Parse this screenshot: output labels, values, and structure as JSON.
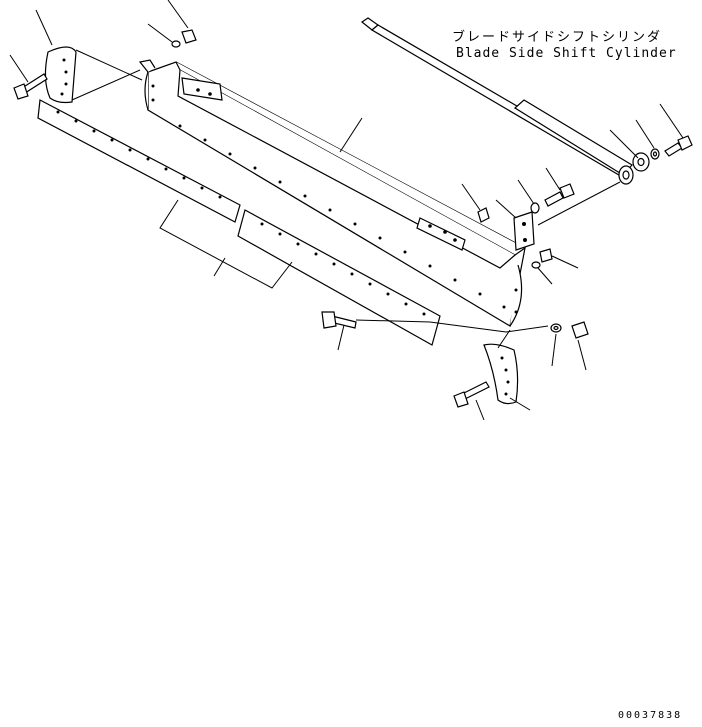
{
  "labels": {
    "part_name_jp": "ブレードサイドシフトシリンダ",
    "part_name_en": "Blade Side Shift Cylinder"
  },
  "drawing_number": "00037838"
}
